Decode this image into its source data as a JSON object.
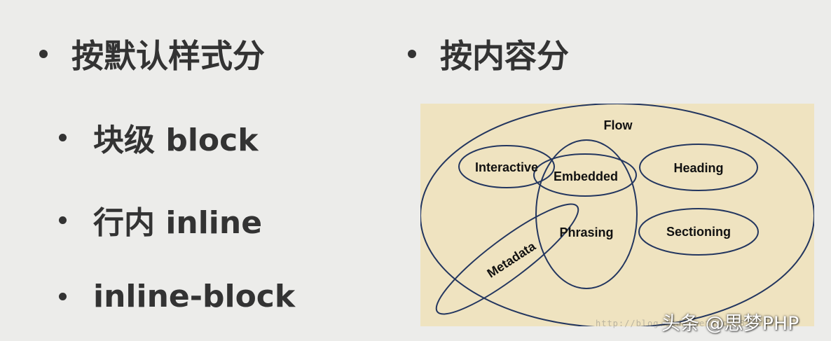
{
  "bullets": {
    "by_style": "按默认样式分",
    "by_content": "按内容分",
    "block": "块级 block",
    "inline": "行内 inline",
    "inline_block": "inline-block"
  },
  "diagram": {
    "background_color": "#efe3c0",
    "fill_color": "#c3d4e1",
    "stroke_color": "#23365f",
    "labels": {
      "flow": "Flow",
      "interactive": "Interactive",
      "embedded": "Embedded",
      "heading": "Heading",
      "phrasing": "Phrasing",
      "sectioning": "Sectioning",
      "metadata": "Metadata"
    }
  },
  "watermark": "http://blog.csdn.net/qq_38280003",
  "brand": "头条 @思梦PHP"
}
